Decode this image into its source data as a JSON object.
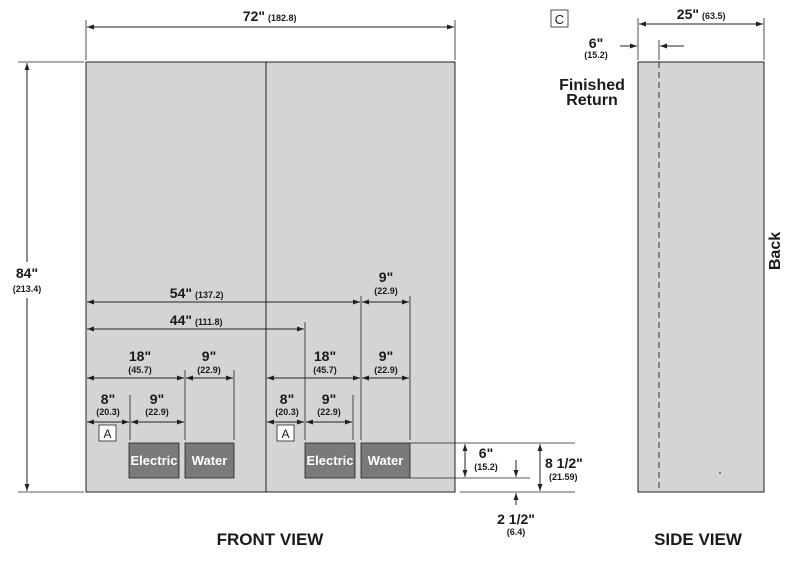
{
  "dimensions": {
    "overall_width": {
      "label": "72\"",
      "metric": "(182.8)"
    },
    "overall_height": {
      "label": "84\"",
      "metric": "(213.4)"
    },
    "dim_54": {
      "label": "54\"",
      "metric": "(137.2)"
    },
    "dim_44": {
      "label": "44\"",
      "metric": "(111.8)"
    },
    "dim_9_top": {
      "label": "9\"",
      "metric": "(22.9)"
    },
    "dim_18_left": {
      "label": "18\"",
      "metric": "(45.7)"
    },
    "dim_9_left_mid": {
      "label": "9\"",
      "metric": "(22.9)"
    },
    "dim_8_left": {
      "label": "8\"",
      "metric": "(20.3)"
    },
    "dim_9_left_low": {
      "label": "9\"",
      "metric": "(22.9)"
    },
    "dim_18_right": {
      "label": "18\"",
      "metric": "(45.7)"
    },
    "dim_9_right_mid": {
      "label": "9\"",
      "metric": "(22.9)"
    },
    "dim_8_right": {
      "label": "8\"",
      "metric": "(20.3)"
    },
    "dim_9_right_low": {
      "label": "9\"",
      "metric": "(22.9)"
    },
    "dim_6_box": {
      "label": "6\"",
      "metric": "(15.2)"
    },
    "dim_8_5": {
      "label": "8 1/2\"",
      "metric": "(21.59)"
    },
    "dim_2_5": {
      "label": "2 1/2\"",
      "metric": "(6.4)"
    },
    "side_depth": {
      "label": "25\"",
      "metric": "(63.5)"
    },
    "side_return": {
      "label": "6\"",
      "metric": "(15.2)"
    }
  },
  "markers": {
    "a": "A",
    "c": "C"
  },
  "boxes": {
    "electric": "Electric",
    "water": "Water"
  },
  "labels": {
    "finished_return_line1": "Finished",
    "finished_return_line2": "Return",
    "back": "Back",
    "front_view": "FRONT VIEW",
    "side_view": "SIDE VIEW"
  },
  "colors": {
    "panel_fill": "#d4d4d4",
    "box_fill": "#7a7a7a",
    "line": "#222222"
  }
}
